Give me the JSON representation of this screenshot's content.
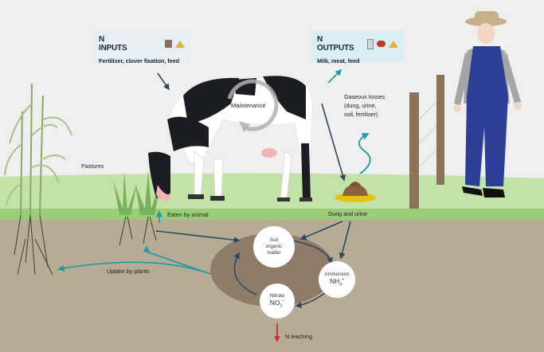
{
  "inputs_box": {
    "title": "N INPUTS",
    "subtitle": "Fertiliser, clover fixation, feed",
    "bg": "#e6eef4"
  },
  "outputs_box": {
    "title": "N OUTPUTS",
    "subtitle": "Milk, meat, feed",
    "bg": "#dbeef3"
  },
  "labels": {
    "maintenance": "Maintenance",
    "gaseous_losses": [
      "Gaseous losses",
      "(dung, urine,",
      "soil, fertiliser)"
    ],
    "pastures": "Pastures",
    "eaten_by_animal": "Eaten by animal",
    "dung_and_urine": "Dung and urine",
    "uptake_by_plants": "Uptake by plants",
    "n_leaching": "N leaching"
  },
  "soil_pools": {
    "organic_matter": [
      "Soil",
      "organic",
      "matter"
    ],
    "ammonium": {
      "name": "Ammonium",
      "formula": "NH",
      "sub": "4",
      "charge": "+"
    },
    "nitrate": {
      "name": "Nitrate",
      "formula": "NO",
      "sub": "3",
      "charge": "−"
    }
  },
  "colors": {
    "sky": "#eeeeee",
    "grass": "#bfe0a4",
    "soil": "#b5aa94",
    "soil_cycle": "#8d7a66",
    "arrow_dark": "#2e4a60",
    "arrow_teal": "#1f9aa6",
    "arrow_red": "#d42a20",
    "farmer_overalls": "#2c3e96"
  },
  "icons": [
    "bag-icon",
    "hay-icon",
    "milk-icon",
    "meat-icon",
    "hay-icon"
  ]
}
